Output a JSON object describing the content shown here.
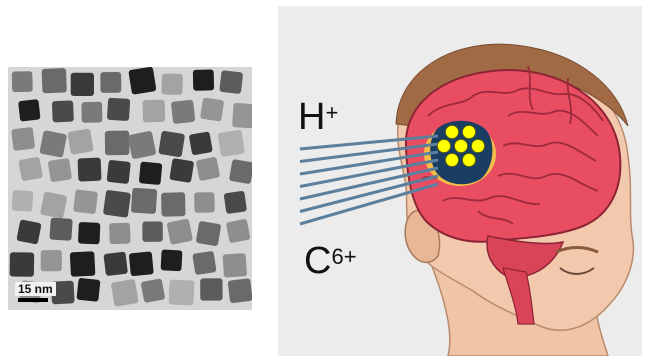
{
  "micrograph": {
    "scale_label": "15 nm"
  },
  "illustration": {
    "labels": {
      "proton_base": "H",
      "proton_charge": "+",
      "carbon_base": "C",
      "carbon_charge": "6+"
    },
    "beam_count": 7,
    "nanoparticle_count": 7,
    "colors": {
      "brain": "#e94d62",
      "tumor": "#1a3d64",
      "glow": "#f5d142",
      "nanoparticle": "#ffff00",
      "beam": "#5b7f9d",
      "skin": "#f3c9ad"
    }
  }
}
